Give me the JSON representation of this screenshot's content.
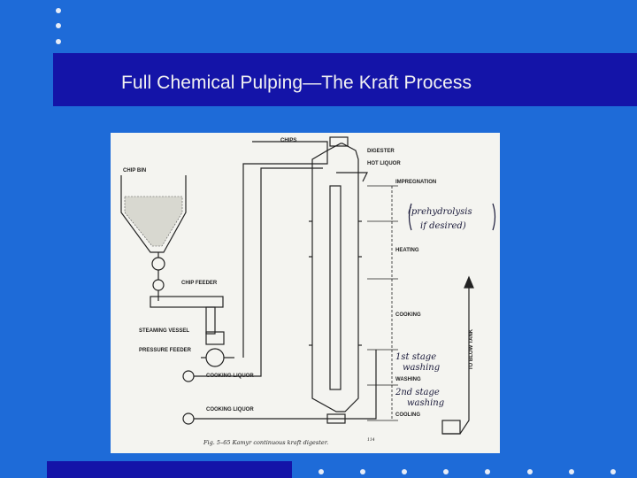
{
  "slide": {
    "title": "Full Chemical Pulping—The Kraft Process",
    "colors": {
      "background": "#1e6bd8",
      "title_bar": "#1414a8",
      "dots": "#e6ecf7"
    }
  },
  "figure": {
    "labels": {
      "chips": "CHIPS",
      "digester": "DIGESTER",
      "hot_liquor": "HOT LIQUOR",
      "chip_bin": "CHIP BIN",
      "impregnation": "IMPREGNATION",
      "heating": "HEATING",
      "chip_feeder": "CHIP FEEDER",
      "cooking": "COOKING",
      "steaming_vessel": "STEAMING VESSEL",
      "pressure_feeder": "PRESSURE FEEDER",
      "cooking_liquor_1": "COOKING LIQUOR",
      "cooking_liquor_2": "COOKING LIQUOR",
      "washing": "WASHING",
      "cooling": "COOLING",
      "to_blow_tank": "TO BLOW TANK"
    },
    "handwritten": {
      "prehydrolysis_1": "(prehydrolysis",
      "prehydrolysis_2": "if desired)",
      "first_stage_1": "1st stage",
      "first_stage_2": "washing",
      "second_stage_1": "2nd stage",
      "second_stage_2": "washing"
    },
    "caption": "Fig. 5–65  Kamyr continuous kraft digester.",
    "caption_ref": "114"
  }
}
